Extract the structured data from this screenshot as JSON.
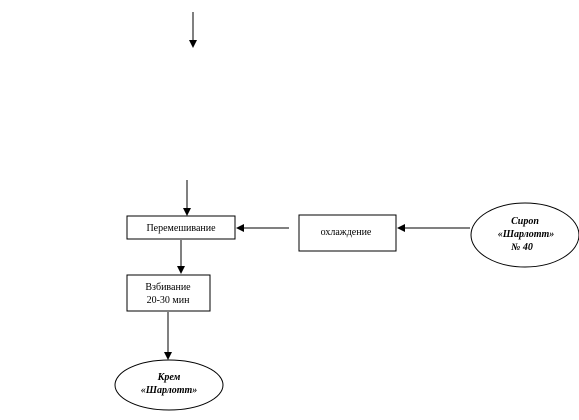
{
  "nodes": {
    "mixing": {
      "label": "Перемешивание"
    },
    "cooling": {
      "label": "охлаждение"
    },
    "whipping": {
      "line1": "Взбивание",
      "line2": "20-30 мин"
    },
    "syrup": {
      "line1": "Сироп",
      "line2": "«Шарлотт»",
      "line3": "№ 40"
    },
    "cream": {
      "line1": "Крем",
      "line2": "«Шарлотт»"
    }
  },
  "colors": {
    "stroke": "#000000",
    "fill": "#ffffff"
  }
}
